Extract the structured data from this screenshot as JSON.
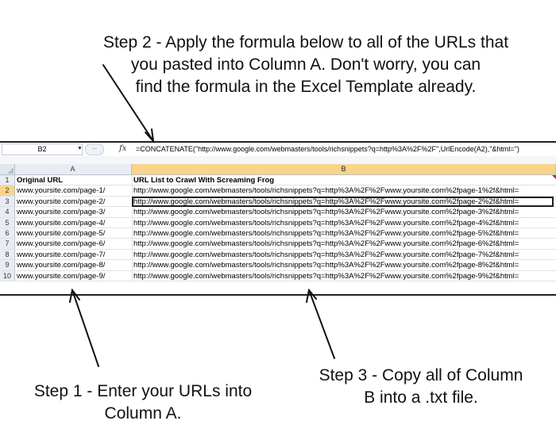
{
  "captions": {
    "step2": [
      "Step 2 - Apply the formula below to all of the URLs that",
      "you pasted into Column A. Don't worry, you can",
      "find the formula in the Excel Template already."
    ],
    "step1": [
      "Step 1 - Enter your URLs into",
      "Column A."
    ],
    "step3": [
      "Step 3 - Copy all of Column",
      "B into a .txt file."
    ]
  },
  "formula_bar": {
    "name_box": "B2",
    "fx_icon": "fx-icon",
    "formula": "=CONCATENATE(\"http://www.google.com/webmasters/tools/richsnippets?q=http%3A%2F%2F\",UrlEncode(A2),\"&html=\")"
  },
  "columns": [
    "A",
    "B"
  ],
  "rows": [
    {
      "num": "1",
      "a": "Original URL",
      "b": "URL List to Crawl With Screaming Frog"
    },
    {
      "num": "2",
      "a": "www.yoursite.com/page-1/",
      "b": "http://www.google.com/webmasters/tools/richsnippets?q=http%3A%2F%2Fwww.yoursite.com%2fpage-1%2f&html="
    },
    {
      "num": "3",
      "a": "www.yoursite.com/page-2/",
      "b": "http://www.google.com/webmasters/tools/richsnippets?q=http%3A%2F%2Fwww.yoursite.com%2fpage-2%2f&html="
    },
    {
      "num": "4",
      "a": "www.yoursite.com/page-3/",
      "b": "http://www.google.com/webmasters/tools/richsnippets?q=http%3A%2F%2Fwww.yoursite.com%2fpage-3%2f&html="
    },
    {
      "num": "5",
      "a": "www.yoursite.com/page-4/",
      "b": "http://www.google.com/webmasters/tools/richsnippets?q=http%3A%2F%2Fwww.yoursite.com%2fpage-4%2f&html="
    },
    {
      "num": "6",
      "a": "www.yoursite.com/page-5/",
      "b": "http://www.google.com/webmasters/tools/richsnippets?q=http%3A%2F%2Fwww.yoursite.com%2fpage-5%2f&html="
    },
    {
      "num": "7",
      "a": "www.yoursite.com/page-6/",
      "b": "http://www.google.com/webmasters/tools/richsnippets?q=http%3A%2F%2Fwww.yoursite.com%2fpage-6%2f&html="
    },
    {
      "num": "8",
      "a": "www.yoursite.com/page-7/",
      "b": "http://www.google.com/webmasters/tools/richsnippets?q=http%3A%2F%2Fwww.yoursite.com%2fpage-7%2f&html="
    },
    {
      "num": "9",
      "a": "www.yoursite.com/page-8/",
      "b": "http://www.google.com/webmasters/tools/richsnippets?q=http%3A%2F%2Fwww.yoursite.com%2fpage-8%2f&html="
    },
    {
      "num": "10",
      "a": "www.yoursite.com/page-9/",
      "b": "http://www.google.com/webmasters/tools/richsnippets?q=http%3A%2F%2Fwww.yoursite.com%2fpage-9%2f&html="
    }
  ],
  "colors": {
    "selected_header": "#f9d48a",
    "header_bg": "#e9edf3",
    "comment_marker": "#d21d1d"
  }
}
